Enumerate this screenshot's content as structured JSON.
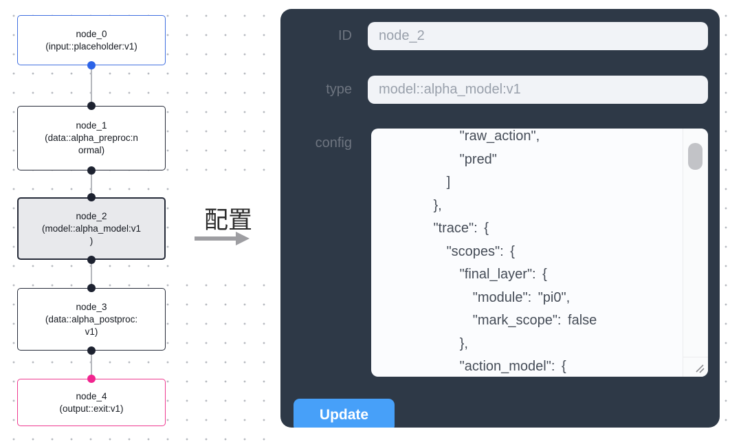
{
  "canvas": {
    "nodes": [
      {
        "id": "node_0",
        "type": "input::placeholder:v1",
        "lines": [
          "node_0",
          "(input::placeholder:v1)"
        ],
        "kind": "input"
      },
      {
        "id": "node_1",
        "type": "data::alpha_preproc:normal",
        "lines": [
          "node_1",
          "(data::alpha_preproc:n",
          "ormal)"
        ],
        "kind": "default"
      },
      {
        "id": "node_2",
        "type": "model::alpha_model:v1",
        "lines": [
          "node_2",
          "(model::alpha_model:v1",
          ")"
        ],
        "kind": "selected"
      },
      {
        "id": "node_3",
        "type": "data::alpha_postproc:v1",
        "lines": [
          "node_3",
          "(data::alpha_postproc:",
          "v1)"
        ],
        "kind": "default"
      },
      {
        "id": "node_4",
        "type": "output::exit:v1",
        "lines": [
          "node_4",
          "(output::exit:v1)"
        ],
        "kind": "output"
      }
    ],
    "colors": {
      "input_node_border": "#3f6ee0",
      "default_node_border": "#252a38",
      "selected_node_fill": "#e8e9ec",
      "output_node_border": "#ee3a90",
      "edge": "#b4b6bc",
      "port_input": "#2b63e8",
      "port_default": "#1d2230",
      "port_output": "#f1258f",
      "grid_dot": "#b6b9bf"
    }
  },
  "annotation": {
    "label": "配置",
    "arrow_color": "#9e9ea2"
  },
  "panel": {
    "bg": "#2e3947",
    "fields": [
      {
        "label": "ID",
        "value": "node_2"
      },
      {
        "label": "type",
        "value": "model::alpha_model:v1"
      }
    ],
    "config": {
      "label": "config",
      "lines": [
        "            \"raw_action\",",
        "            \"pred\"",
        "          ]",
        "        },",
        "        \"trace\": {",
        "          \"scopes\": {",
        "            \"final_layer\": {",
        "              \"module\": \"pi0\",",
        "              \"mark_scope\": false",
        "            },",
        "            \"action_model\": {"
      ]
    },
    "update": {
      "label": "Update",
      "color": "#47a0f9"
    }
  }
}
